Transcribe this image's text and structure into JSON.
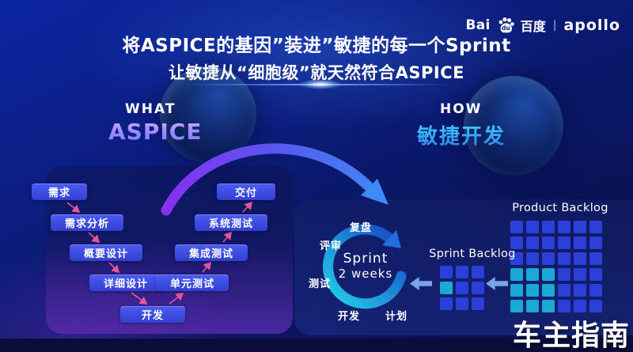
{
  "brand": {
    "bai": "Bai",
    "du": "du",
    "cn": "百度",
    "divider": "|",
    "apollo": "apollo"
  },
  "header": {
    "title": "将ASPICE的基因”装进”敏捷的每一个Sprint",
    "subtitle": "让敏捷从“细胞级”就天然符合ASPICE"
  },
  "what": {
    "kicker": "WHAT",
    "label": "ASPICE"
  },
  "how": {
    "kicker": "HOW",
    "label": "敏捷开发"
  },
  "vmodel": {
    "boxes": [
      {
        "label": "需求"
      },
      {
        "label": "需求分析"
      },
      {
        "label": "概要设计"
      },
      {
        "label": "详细设计"
      },
      {
        "label": "开发"
      },
      {
        "label": "单元测试"
      },
      {
        "label": "集成测试"
      },
      {
        "label": "系统测试"
      },
      {
        "label": "交付"
      }
    ]
  },
  "sprint": {
    "center_line1": "Sprint",
    "center_line2": "2 weeks",
    "labels": [
      "复盘",
      "评审",
      "测试",
      "开发",
      "计划"
    ]
  },
  "backlogs": {
    "product": {
      "label": "Product Backlog",
      "columns": 6,
      "pattern": [
        "b",
        "b",
        "b",
        "b",
        "b",
        "b",
        "b",
        "b",
        "b",
        "b",
        "b",
        "b",
        "b",
        "b",
        "b",
        "b",
        "b",
        "b",
        "c",
        "c",
        "c",
        "b",
        "b",
        "b",
        "c",
        "c",
        "c",
        "b",
        "b",
        "b",
        "c",
        "c",
        "c",
        "b",
        "b",
        "b"
      ]
    },
    "sprint": {
      "label": "Sprint Backlog",
      "columns": 3,
      "pattern": [
        "b",
        "b",
        "b",
        "c",
        "b",
        "b",
        "b",
        "b",
        "b"
      ]
    }
  },
  "cell_colors": {
    "b": "#2b40d8",
    "c": "#18a9d4"
  },
  "accents": {
    "connector": "#e8549e",
    "curve_start": "#8a2ff0",
    "curve_mid": "#5a55f0",
    "curve_end": "#3f8af5",
    "ring_start": "#22d4e8",
    "ring_end": "#1846c8",
    "block_arrow": "#7ba3e8"
  },
  "watermark": "车主指南"
}
